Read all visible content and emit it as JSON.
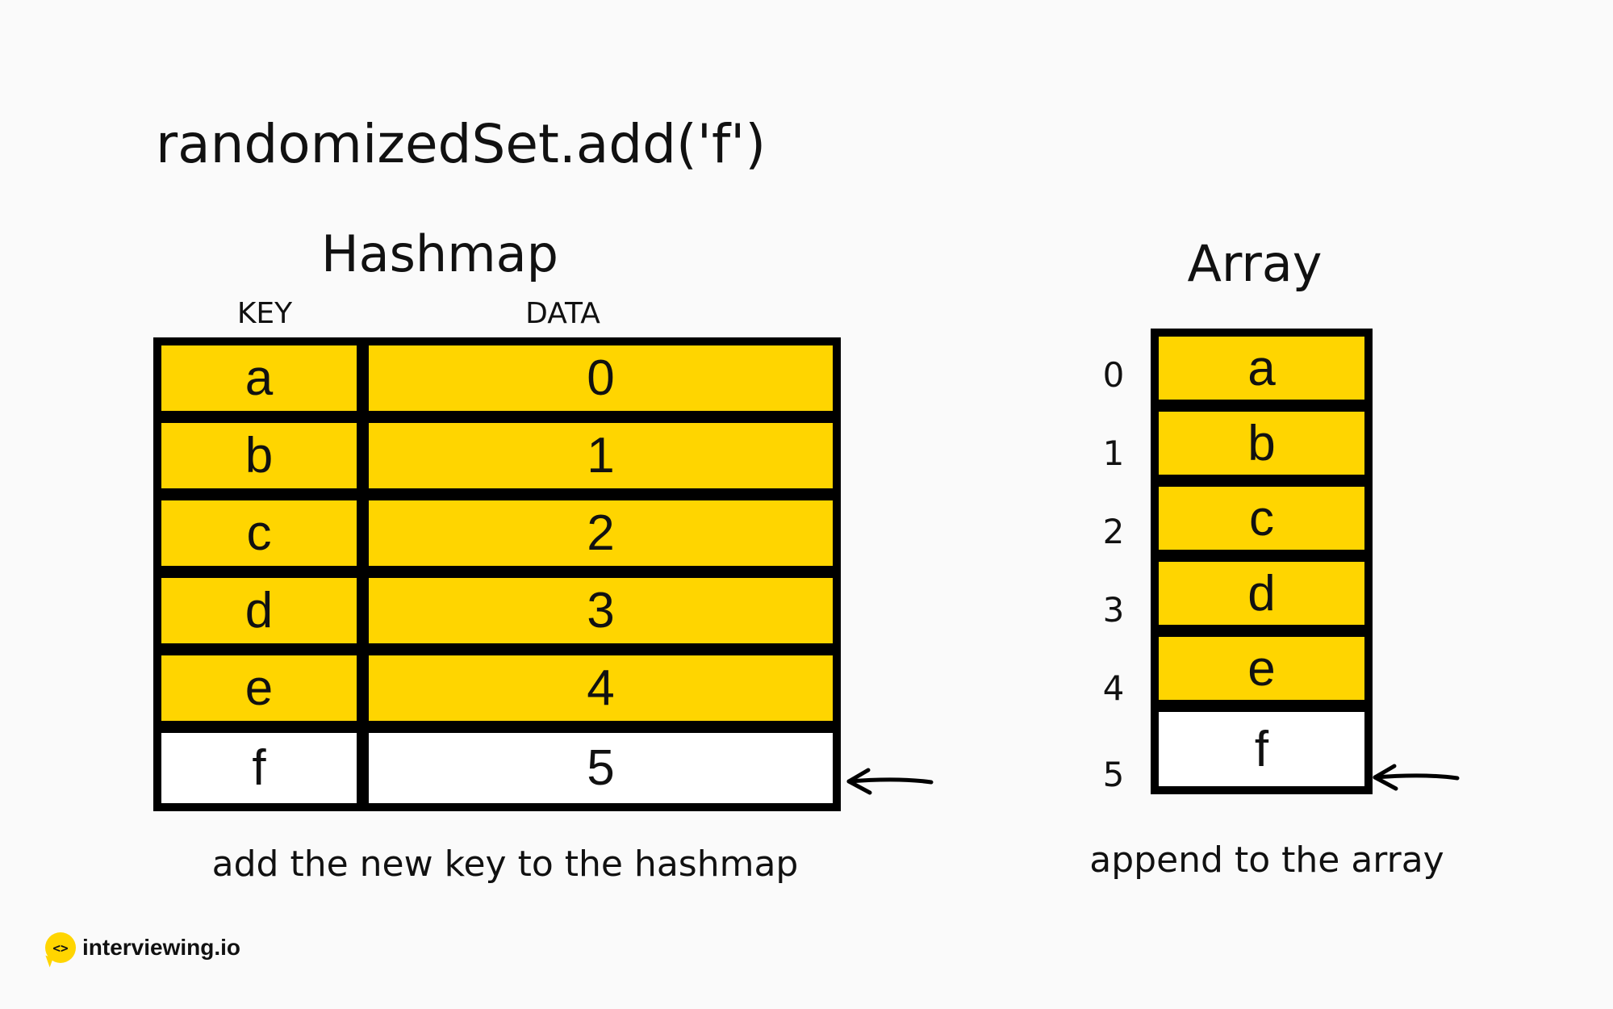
{
  "title": "randomizedSet.add('f')",
  "hashmap": {
    "title": "Hashmap",
    "key_label": "KEY",
    "data_label": "DATA",
    "rows": [
      {
        "key": "a",
        "value": "0"
      },
      {
        "key": "b",
        "value": "1"
      },
      {
        "key": "c",
        "value": "2"
      },
      {
        "key": "d",
        "value": "3"
      },
      {
        "key": "e",
        "value": "4"
      },
      {
        "key": "f",
        "value": "5"
      }
    ],
    "caption": "add the new key to the hashmap"
  },
  "array": {
    "title": "Array",
    "items": [
      "a",
      "b",
      "c",
      "d",
      "e",
      "f"
    ],
    "indices": [
      "0",
      "1",
      "2",
      "3",
      "4",
      "5"
    ],
    "caption": "append to the array"
  },
  "logo": {
    "icon": "code-brackets-icon",
    "icon_glyph": "<>",
    "text": "interviewing.io"
  },
  "colors": {
    "cell_fill": "#ffd500",
    "new_cell_fill": "#ffffff",
    "border": "#000000"
  }
}
